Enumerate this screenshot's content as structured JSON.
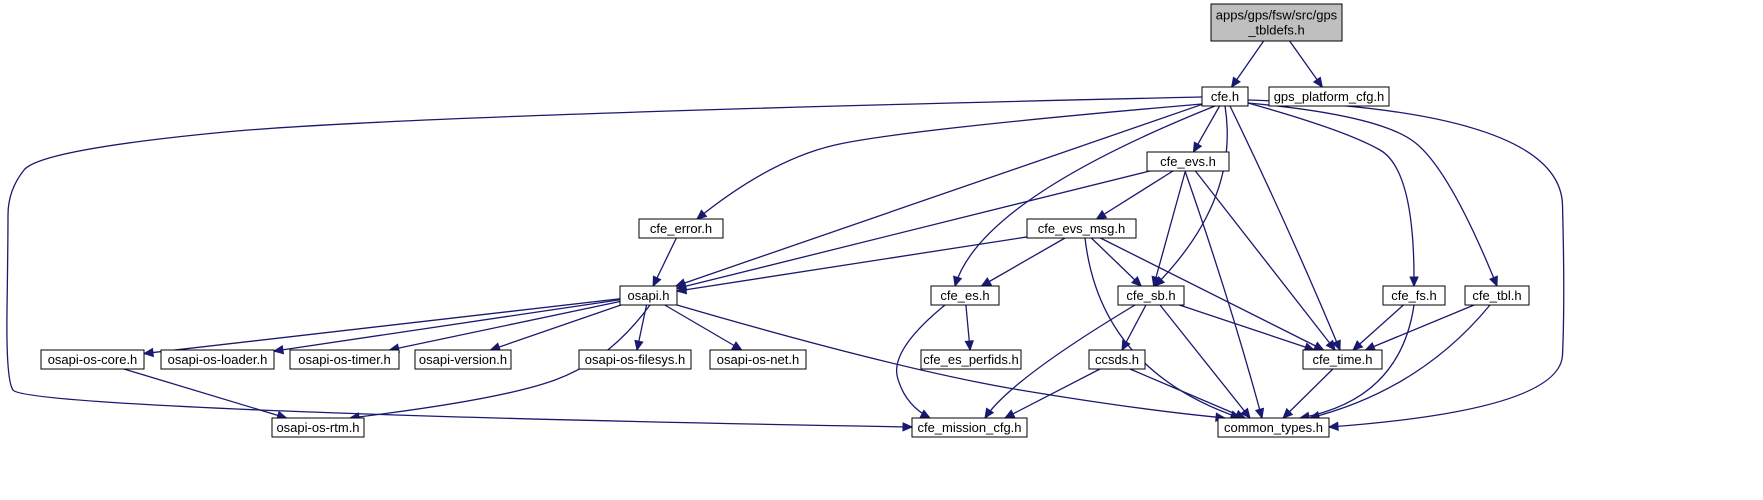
{
  "diagram": {
    "colors": {
      "edge": "#191970",
      "root_fill": "#bfbfbf",
      "node_fill": "#ffffff",
      "border": "#000000"
    },
    "nodes": [
      {
        "id": "root",
        "label": "apps/gps/fsw/src/gps\n_tbldefs.h",
        "root": true
      },
      {
        "id": "cfe",
        "label": "cfe.h"
      },
      {
        "id": "gps_platform",
        "label": "gps_platform_cfg.h"
      },
      {
        "id": "cfe_evs",
        "label": "cfe_evs.h"
      },
      {
        "id": "cfe_error",
        "label": "cfe_error.h"
      },
      {
        "id": "cfe_evs_msg",
        "label": "cfe_evs_msg.h"
      },
      {
        "id": "osapi",
        "label": "osapi.h"
      },
      {
        "id": "cfe_es",
        "label": "cfe_es.h"
      },
      {
        "id": "cfe_sb",
        "label": "cfe_sb.h"
      },
      {
        "id": "cfe_fs",
        "label": "cfe_fs.h"
      },
      {
        "id": "cfe_tbl",
        "label": "cfe_tbl.h"
      },
      {
        "id": "os_core",
        "label": "osapi-os-core.h"
      },
      {
        "id": "os_loader",
        "label": "osapi-os-loader.h"
      },
      {
        "id": "os_timer",
        "label": "osapi-os-timer.h"
      },
      {
        "id": "os_version",
        "label": "osapi-version.h"
      },
      {
        "id": "os_filesys",
        "label": "osapi-os-filesys.h"
      },
      {
        "id": "os_net",
        "label": "osapi-os-net.h"
      },
      {
        "id": "cfe_es_perfids",
        "label": "cfe_es_perfids.h"
      },
      {
        "id": "ccsds",
        "label": "ccsds.h"
      },
      {
        "id": "cfe_time",
        "label": "cfe_time.h"
      },
      {
        "id": "os_rtm",
        "label": "osapi-os-rtm.h"
      },
      {
        "id": "cfe_mission",
        "label": "cfe_mission_cfg.h"
      },
      {
        "id": "common_types",
        "label": "common_types.h"
      }
    ],
    "edges": [
      [
        "root",
        "cfe"
      ],
      [
        "root",
        "gps_platform"
      ],
      [
        "cfe",
        "cfe_evs"
      ],
      [
        "cfe",
        "cfe_error"
      ],
      [
        "cfe",
        "osapi"
      ],
      [
        "cfe",
        "cfe_es"
      ],
      [
        "cfe",
        "cfe_sb"
      ],
      [
        "cfe",
        "cfe_time"
      ],
      [
        "cfe",
        "cfe_fs"
      ],
      [
        "cfe",
        "cfe_tbl"
      ],
      [
        "cfe",
        "common_types"
      ],
      [
        "cfe",
        "cfe_mission"
      ],
      [
        "cfe_evs",
        "cfe_evs_msg"
      ],
      [
        "cfe_evs",
        "osapi"
      ],
      [
        "cfe_evs",
        "cfe_sb"
      ],
      [
        "cfe_evs",
        "cfe_time"
      ],
      [
        "cfe_evs",
        "common_types"
      ],
      [
        "cfe_error",
        "osapi"
      ],
      [
        "cfe_evs_msg",
        "osapi"
      ],
      [
        "cfe_evs_msg",
        "cfe_es"
      ],
      [
        "cfe_evs_msg",
        "cfe_sb"
      ],
      [
        "cfe_evs_msg",
        "cfe_time"
      ],
      [
        "cfe_evs_msg",
        "common_types"
      ],
      [
        "osapi",
        "os_core"
      ],
      [
        "osapi",
        "os_loader"
      ],
      [
        "osapi",
        "os_timer"
      ],
      [
        "osapi",
        "os_version"
      ],
      [
        "osapi",
        "os_filesys"
      ],
      [
        "osapi",
        "os_net"
      ],
      [
        "osapi",
        "os_rtm"
      ],
      [
        "osapi",
        "common_types"
      ],
      [
        "cfe_es",
        "cfe_es_perfids"
      ],
      [
        "cfe_es",
        "cfe_mission"
      ],
      [
        "cfe_sb",
        "ccsds"
      ],
      [
        "cfe_sb",
        "cfe_time"
      ],
      [
        "cfe_sb",
        "cfe_mission"
      ],
      [
        "cfe_sb",
        "common_types"
      ],
      [
        "cfe_fs",
        "cfe_time"
      ],
      [
        "cfe_fs",
        "common_types"
      ],
      [
        "cfe_tbl",
        "cfe_time"
      ],
      [
        "cfe_tbl",
        "common_types"
      ],
      [
        "os_core",
        "os_rtm"
      ],
      [
        "ccsds",
        "cfe_mission"
      ],
      [
        "ccsds",
        "common_types"
      ],
      [
        "cfe_time",
        "common_types"
      ]
    ]
  }
}
